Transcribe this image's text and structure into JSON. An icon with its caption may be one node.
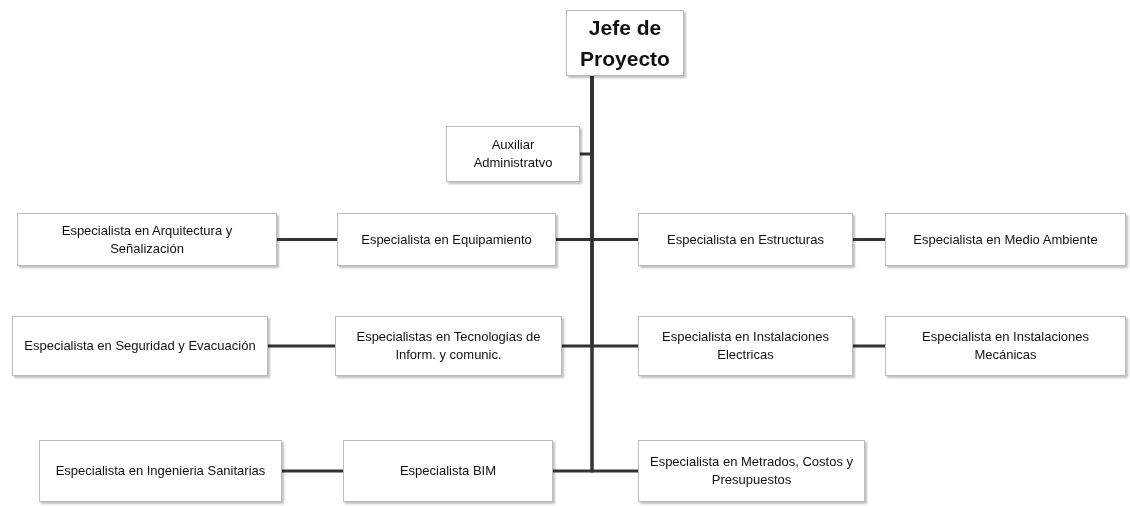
{
  "diagram": {
    "nodes": [
      {
        "text": [
          "Jefe de Proyecto"
        ]
      },
      {
        "text": [
          "Auxiliar Administratvo"
        ]
      },
      {
        "text": [
          "Especialista en Arquitectura y Señalización"
        ]
      },
      {
        "text": [
          "Especialista en Equipamiento"
        ]
      },
      {
        "text": [
          "Especialista en Estructuras"
        ]
      },
      {
        "text": [
          "Especialista en Medio Ambiente"
        ]
      },
      {
        "text": [
          "Especialista en Seguridad y Evacuación"
        ]
      },
      {
        "text": [
          "Especialistas en Tecnologias de Inform. y comunic."
        ]
      },
      {
        "text": [
          "Especialista en Instalaciones Electricas"
        ]
      },
      {
        "text": [
          "Especialista en Instalaciones Mecánicas"
        ]
      },
      {
        "text": [
          "Especialista en Ingenieria Sanitarias"
        ]
      },
      {
        "text": [
          "Especialista BIM"
        ]
      },
      {
        "text": [
          "Especialista en Metrados, Costos y Presupuestos"
        ]
      }
    ],
    "edges": [
      {
        "from": 0,
        "to": 1,
        "arrow": "none"
      },
      {
        "from": 0,
        "to": 3,
        "arrow": "none"
      },
      {
        "from": 0,
        "to": 4,
        "arrow": "none"
      },
      {
        "from": 0,
        "to": 7,
        "arrow": "none"
      },
      {
        "from": 0,
        "to": 8,
        "arrow": "none"
      },
      {
        "from": 0,
        "to": 11,
        "arrow": "none"
      },
      {
        "from": 0,
        "to": 12,
        "arrow": "none"
      },
      {
        "from": 3,
        "to": 2,
        "arrow": "none"
      },
      {
        "from": 4,
        "to": 5,
        "arrow": "none"
      },
      {
        "from": 7,
        "to": 6,
        "arrow": "none"
      },
      {
        "from": 8,
        "to": 9,
        "arrow": "none"
      },
      {
        "from": 11,
        "to": 10,
        "arrow": "none"
      }
    ]
  }
}
